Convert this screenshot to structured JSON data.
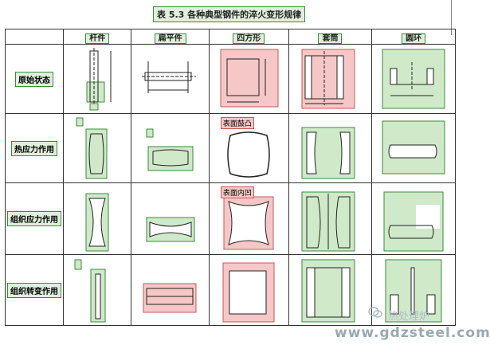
{
  "title": "表 5.3   各种典型钢件的淬火变形规律",
  "columns": [
    "杆件",
    "扁平件",
    "四方形",
    "套筒",
    "圆环"
  ],
  "rows": [
    "原始状态",
    "热应力作用",
    "组织应力作用",
    "组织转变作用"
  ],
  "cell_labels": {
    "square_thermal": "表面鼓凸",
    "square_structural": "表面内凹"
  },
  "watermark": {
    "url": "www.gdzsteel.com",
    "brand": "热处理炉"
  },
  "colors": {
    "green_fill": "#cfe9c9",
    "pink_fill": "#f6c7c7",
    "border": "#3a8a3a"
  }
}
